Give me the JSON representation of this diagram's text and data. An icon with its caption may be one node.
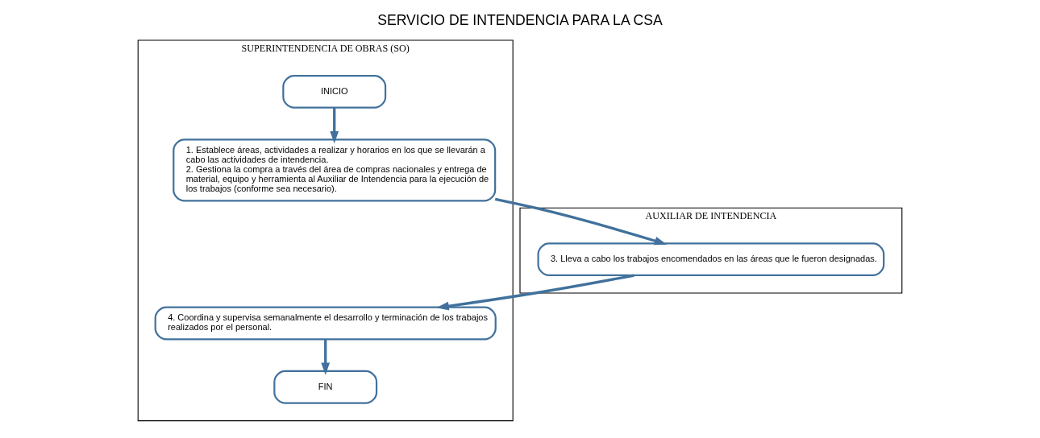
{
  "diagram": {
    "title": "SERVICIO DE INTENDENCIA PARA LA CSA",
    "nodes": [
      {
        "text": [
          "SUPERINTENDENCIA DE OBRAS (SO)"
        ]
      },
      {
        "text": [
          "AUXILIAR DE INTENDENCIA"
        ]
      },
      {
        "text": [
          "INICIO"
        ],
        "in": 0
      },
      {
        "text": [
          "1. Establece áreas, actividades a realizar y horarios en los que se llevarán a cabo las actividades de intendencia.",
          "2. Gestiona la compra a través del área de compras nacionales y entrega de material, equipo y herramienta al Auxiliar de Intendencia para la ejecución de los trabajos (conforme sea necesario)."
        ],
        "in": 0
      },
      {
        "text": [
          "3. Lleva a cabo los trabajos encomendados en las áreas que le fueron designadas."
        ],
        "in": 1
      },
      {
        "text": [
          "4. Coordina y supervisa semanalmente el desarrollo y terminación de los trabajos realizados por el personal."
        ],
        "in": 0
      },
      {
        "text": [
          "FIN"
        ],
        "in": 0
      }
    ],
    "edges": [
      {
        "from": 2,
        "to": 3,
        "arrow": "to"
      },
      {
        "from": 3,
        "to": 4,
        "arrow": "to"
      },
      {
        "from": 4,
        "to": 5,
        "arrow": "to"
      },
      {
        "from": 5,
        "to": 6,
        "arrow": "to"
      }
    ]
  }
}
